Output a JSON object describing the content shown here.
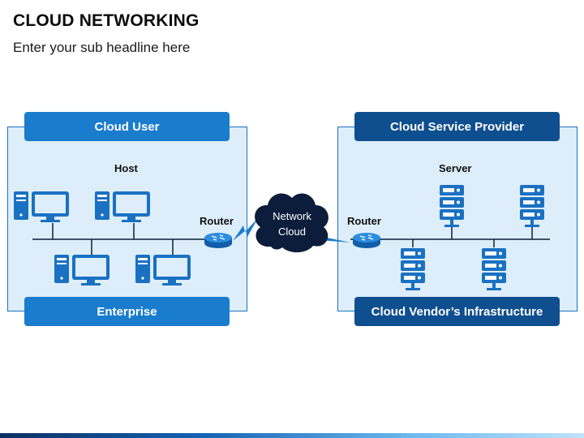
{
  "title": "CLOUD NETWORKING",
  "subtitle": "Enter your sub headline here",
  "left_panel": {
    "top_label": "Cloud User",
    "bottom_label": "Enterprise",
    "host_label": "Host",
    "router_label": "Router"
  },
  "network_cloud": {
    "line1": "Network",
    "line2": "Cloud"
  },
  "right_panel": {
    "top_label": "Cloud Service Provider",
    "bottom_label": "Cloud Vendor’s Infrastructure",
    "server_label": "Server",
    "router_label": "Router"
  },
  "colors": {
    "accent_light": "#1a7ccc",
    "accent_dark": "#0f4f8f",
    "panel_fill": "#ddeefa",
    "router": "#1e7fd0"
  }
}
